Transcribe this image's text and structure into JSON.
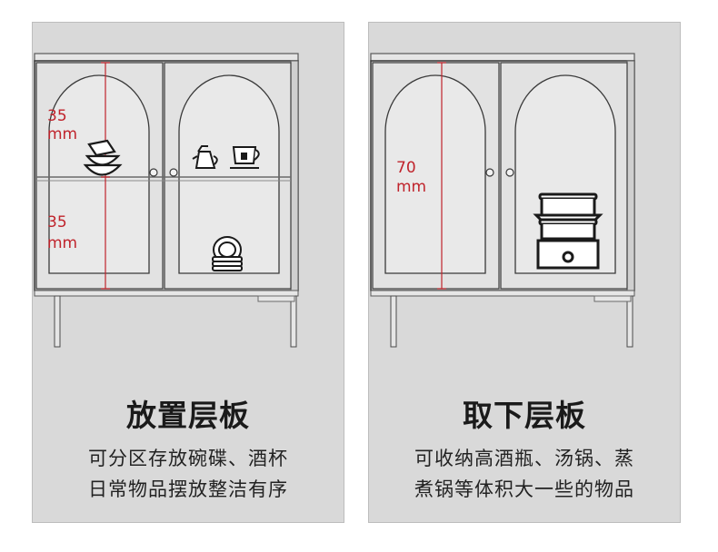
{
  "left_panel": {
    "title": "放置层板",
    "desc_line1": "可分区存放碗碟、酒杯",
    "desc_line2": "日常物品摆放整洁有序",
    "measure_top_value": "35",
    "measure_top_unit": "mm",
    "measure_bottom_value": "35",
    "measure_bottom_unit": "mm"
  },
  "right_panel": {
    "title": "取下层板",
    "desc_line1": "可收纳高酒瓶、汤锅、蒸",
    "desc_line2": "煮锅等体积大一些的物品",
    "measure_value": "70",
    "measure_unit": "mm"
  },
  "colors": {
    "measure_red": "#c0242c",
    "panel_bg": "#d9d9d9",
    "cabinet_line": "#4a4a4a"
  },
  "icons": [
    "bowls-icon",
    "teapot-icon",
    "teacup-icon",
    "plates-icon",
    "steamer-pot-icon"
  ]
}
